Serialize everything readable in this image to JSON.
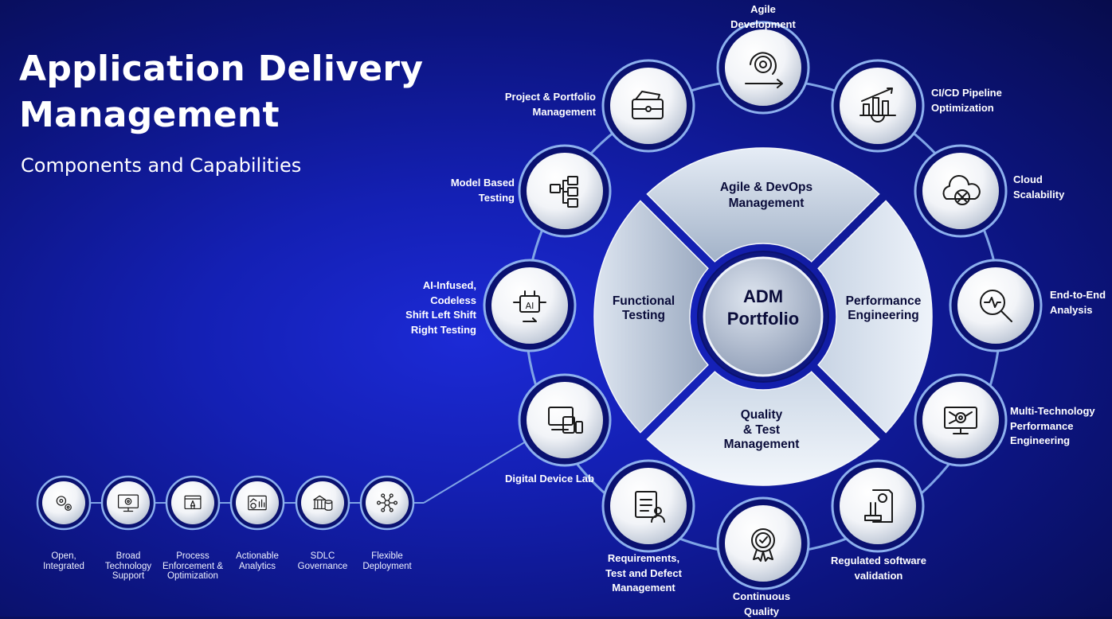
{
  "header": {
    "title_line1": "Application Delivery",
    "title_line2": "Management",
    "subtitle": "Components and Capabilities"
  },
  "hub": {
    "line1": "ADM",
    "line2": "Portfolio"
  },
  "segments": [
    {
      "id": "top",
      "line1": "Agile & DevOps",
      "line2": "Management"
    },
    {
      "id": "right",
      "line1": "Performance",
      "line2": "Engineering"
    },
    {
      "id": "bottom",
      "line1": "Quality",
      "line2": "& Test",
      "line3": "Management"
    },
    {
      "id": "left",
      "line1": "Functional",
      "line2": "Testing"
    }
  ],
  "capabilities": [
    {
      "label": "Agile\nDevelopment",
      "icon": "agile-cycle-icon"
    },
    {
      "label": "CI/CD Pipeline\nOptimization",
      "icon": "bar-chart-gear-icon"
    },
    {
      "label": "Cloud\nScalability",
      "icon": "cloud-arrows-icon"
    },
    {
      "label": "End-to-End\nAnalysis",
      "icon": "magnifier-pulse-icon"
    },
    {
      "label": "Multi-Technology\nPerformance\nEngineering",
      "icon": "monitor-gear-network-icon"
    },
    {
      "label": "Regulated software\nvalidation",
      "icon": "stamp-document-icon"
    },
    {
      "label": "Continuous\nQuality",
      "icon": "quality-badge-icon"
    },
    {
      "label": "Requirements,\nTest and Defect\nManagement",
      "icon": "clipboard-person-icon"
    },
    {
      "label": "Digital Device Lab",
      "icon": "devices-icon"
    },
    {
      "label": "AI-Infused,\nCodeless\nShift Left Shift\nRight Testing",
      "icon": "ai-chip-icon"
    },
    {
      "label": "Model Based\nTesting",
      "icon": "checklist-flow-icon"
    },
    {
      "label": "Project & Portfolio\nManagement",
      "icon": "wallet-cards-icon"
    }
  ],
  "foundation": [
    {
      "label": "Open,\nIntegrated",
      "icon": "gears-icon"
    },
    {
      "label": "Broad\nTechnology\nSupport",
      "icon": "monitor-gear-icon"
    },
    {
      "label": "Process\nEnforcement &\nOptimization",
      "icon": "rocket-browser-icon"
    },
    {
      "label": "Actionable\nAnalytics",
      "icon": "analytics-dashboard-icon"
    },
    {
      "label": "SDLC\nGovernance",
      "icon": "building-database-icon"
    },
    {
      "label": "Flexible\nDeployment",
      "icon": "network-hub-icon"
    }
  ],
  "colors": {
    "background": "#1420b4",
    "ring": "#7fa4e6",
    "segment_light": "#dfe8f4",
    "segment_dark": "#9aabc4",
    "hub": "#b4c0d4"
  }
}
